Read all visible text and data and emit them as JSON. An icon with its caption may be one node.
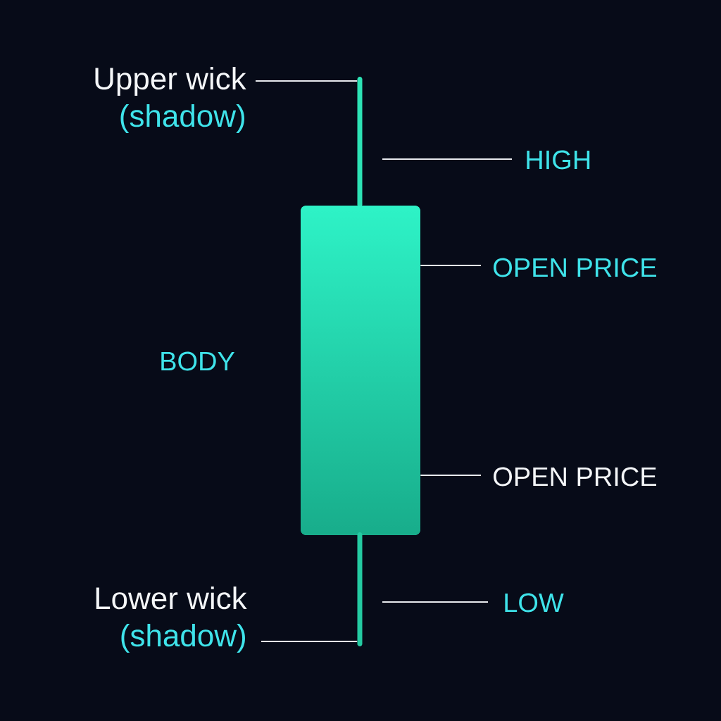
{
  "diagram": {
    "nodes": [
      {
        "text": [
          "Upper wick",
          "(shadow)"
        ]
      },
      {
        "text": [],
        "shape": "bar"
      },
      {
        "text": [
          "HIGH"
        ]
      },
      {
        "text": [],
        "shape": "box",
        "beside": [
          "BODY"
        ]
      },
      {
        "text": [
          "OPEN PRICE"
        ]
      },
      {
        "text": [
          "OPEN PRICE"
        ]
      },
      {
        "text": [],
        "shape": "bar"
      },
      {
        "text": [
          "LOW"
        ]
      },
      {
        "text": [
          "Lower wick",
          "(shadow)"
        ]
      }
    ],
    "edges": [
      {
        "from": 0,
        "to": 1,
        "arrow": "none"
      },
      {
        "from": 2,
        "to": null,
        "arrow": "none"
      },
      {
        "from": 4,
        "to": 3,
        "arrow": "none"
      },
      {
        "from": 5,
        "to": 3,
        "arrow": "none"
      },
      {
        "from": 7,
        "to": null,
        "arrow": "none"
      },
      {
        "from": 8,
        "to": 6,
        "arrow": "none"
      }
    ]
  }
}
